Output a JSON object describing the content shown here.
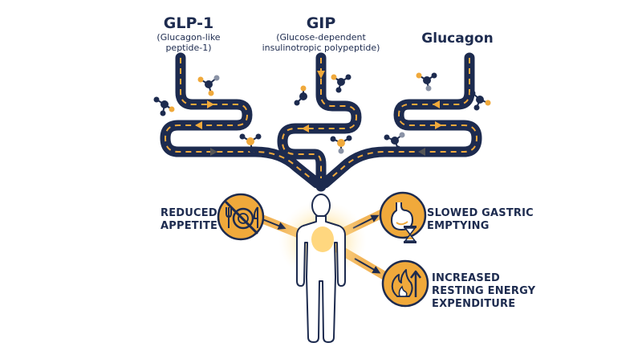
{
  "colors": {
    "navy": "#1d2b4f",
    "orange": "#f0a93b",
    "glow": "#ffcf5a",
    "white": "#ffffff"
  },
  "hormones": [
    {
      "title": "GLP-1",
      "subtitle_lines": [
        "(Glucagon-like",
        "peptide-1)"
      ]
    },
    {
      "title": "GIP",
      "subtitle_lines": [
        "(Glucose-dependent",
        "insulinotropic polypeptide)"
      ]
    },
    {
      "title": "Glucagon",
      "subtitle_lines": []
    }
  ],
  "effects": [
    {
      "lines": [
        "REDUCED",
        "APPETITE"
      ],
      "icon": "no-eating-icon"
    },
    {
      "lines": [
        "SLOWED GASTRIC",
        "EMPTYING"
      ],
      "icon": "stomach-hourglass-icon"
    },
    {
      "lines": [
        "INCREASED",
        "RESTING ENERGY",
        "EXPENDITURE"
      ],
      "icon": "flame-arrow-icon"
    }
  ],
  "figure": {
    "icon": "human-body-icon"
  }
}
